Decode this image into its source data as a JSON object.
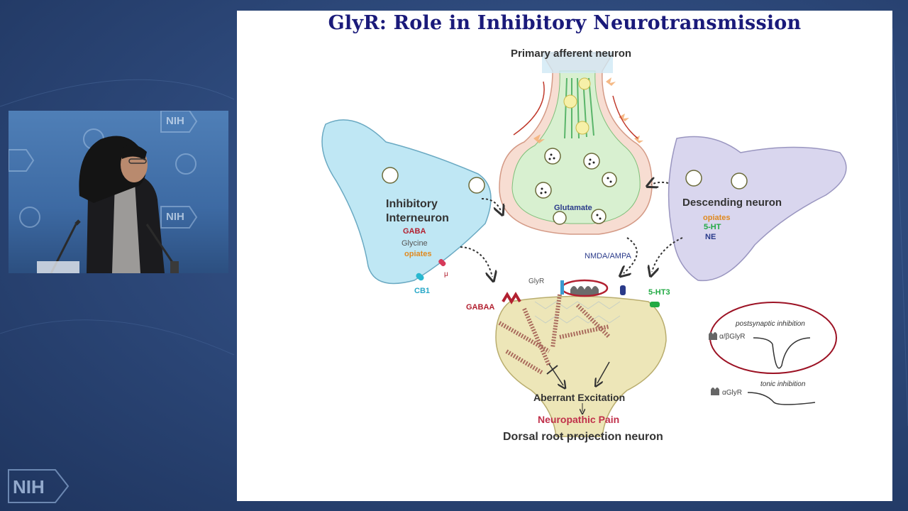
{
  "slide": {
    "title": "GlyR: Role in Inhibitory Neurotransmission",
    "labels": {
      "primary_afferent": "Primary afferent neuron",
      "glutamate": "Glutamate",
      "inhibitory": "Inhibitory\nInterneuron",
      "gaba": "GABA",
      "glycine": "Glycine",
      "opiates_left": "opiates",
      "mu": "μ",
      "cb1": "CB1",
      "descending": "Descending neuron",
      "opiates_right": "opiates",
      "ht5": "5-HT",
      "ne": "NE",
      "nmda": "NMDA/AMPA",
      "glyr": "GlyR",
      "gabaa": "GABAA",
      "ht3": "5-HT3",
      "aberrant": "Aberrant Excitation",
      "neuropathic": "Neuropathic Pain",
      "dorsal": "Dorsal root projection neuron",
      "postsynaptic": "postsynaptic inhibition",
      "ab_glyr": "α/βGlyR",
      "tonic": "tonic inhibition",
      "a_glyr": "αGlyR"
    }
  },
  "branding": {
    "logo_text": "NIH"
  },
  "colors": {
    "title": "#1a1a7a",
    "inhibitory_fill": "#bfe7f4",
    "descending_fill": "#d9d6ee",
    "afferent_fill": "#d8f0d0",
    "dorsal_fill": "#ede6b8",
    "red_accent": "#b22030",
    "green_accent": "#22aa44",
    "orange_accent": "#e08a20"
  }
}
